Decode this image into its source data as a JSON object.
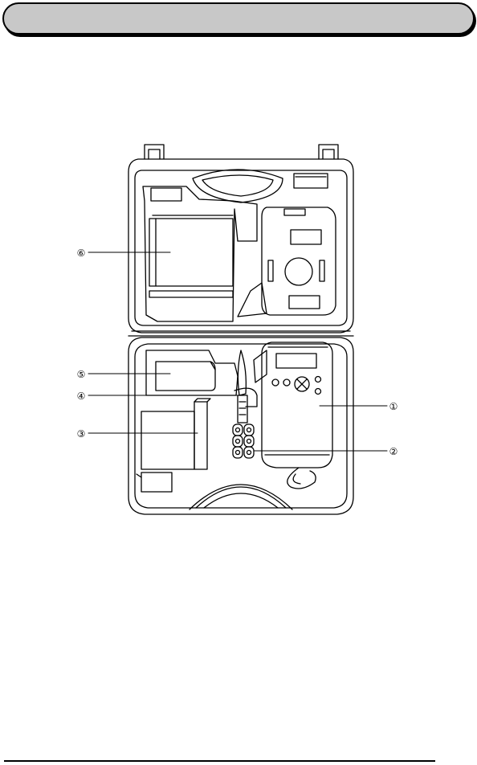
{
  "header": {
    "title": ""
  },
  "callouts": [
    {
      "id": "1",
      "label": "①"
    },
    {
      "id": "2",
      "label": "②"
    },
    {
      "id": "3",
      "label": "③"
    },
    {
      "id": "4",
      "label": "④"
    },
    {
      "id": "5",
      "label": "⑤"
    },
    {
      "id": "6",
      "label": "⑥"
    }
  ],
  "colors": {
    "line": "#000000",
    "header_fill": "#c8c8c8"
  }
}
